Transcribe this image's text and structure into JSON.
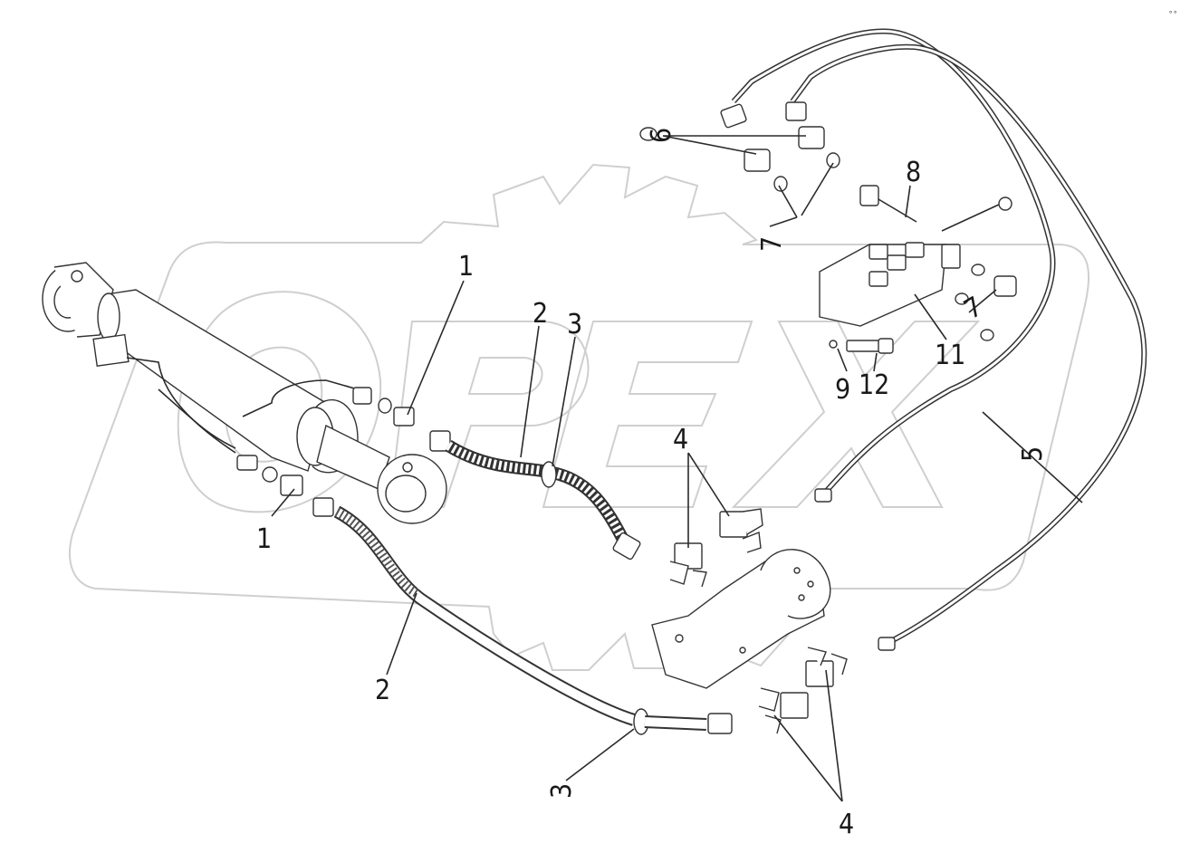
{
  "corner_mark": "∘∘",
  "watermark": {
    "brand": "OPEX"
  },
  "callouts": [
    {
      "id": "c1a",
      "text": "1"
    },
    {
      "id": "c1b",
      "text": "1"
    },
    {
      "id": "c2a",
      "text": "2"
    },
    {
      "id": "c2b",
      "text": "2"
    },
    {
      "id": "c3a",
      "text": "3"
    },
    {
      "id": "c3b",
      "text": "3"
    },
    {
      "id": "c4a",
      "text": "4"
    },
    {
      "id": "c4b",
      "text": "4"
    },
    {
      "id": "c5",
      "text": "5"
    },
    {
      "id": "c6",
      "text": "6"
    },
    {
      "id": "c7a",
      "text": "7"
    },
    {
      "id": "c7b",
      "text": "7"
    },
    {
      "id": "c8",
      "text": "8"
    },
    {
      "id": "c9",
      "text": "9"
    },
    {
      "id": "c11",
      "text": "11"
    },
    {
      "id": "c12",
      "text": "12"
    }
  ]
}
